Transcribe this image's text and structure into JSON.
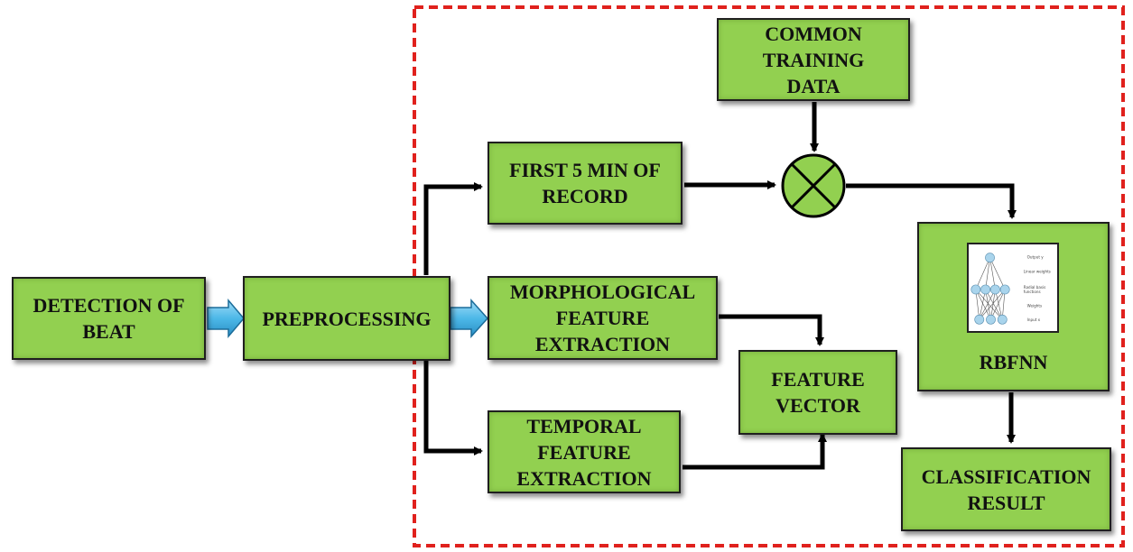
{
  "diagram": {
    "nodes": {
      "detection": "DETECTION OF\nBEAT",
      "preprocessing": "PREPROCESSING",
      "first5min": "FIRST 5 MIN OF\nRECORD",
      "morphological": "MORPHOLOGICAL\nFEATURE\nEXTRACTION",
      "temporal": "TEMPORAL\nFEATURE\nEXTRACTION",
      "feature_vector": "FEATURE\nVECTOR",
      "common_training": "COMMON\nTRAINING\nDATA",
      "rbfnn": "RBFNN",
      "classification": "CLASSIFICATION\nRESULT"
    },
    "nn_labels": {
      "output": "Output y",
      "linear_weights": "Linear weights",
      "rbf": "Radial basis\nfunctions",
      "weights": "Weights",
      "inputs": "Input x"
    },
    "colors": {
      "box_fill": "#92d050",
      "box_border": "#1f1f1f",
      "dashed_border": "#e0211d",
      "arrow_blue": "#4db8e8",
      "connector": "#000000"
    }
  }
}
